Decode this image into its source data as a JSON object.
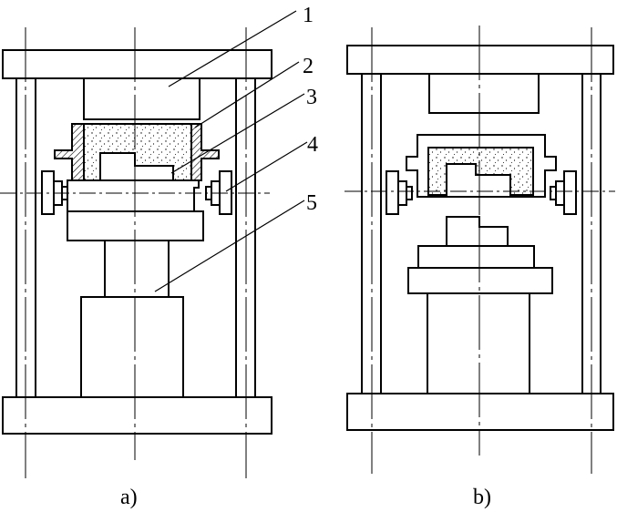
{
  "callouts": [
    "1",
    "2",
    "3",
    "4",
    "5"
  ],
  "captions": {
    "a": "a)",
    "b": "b)"
  }
}
